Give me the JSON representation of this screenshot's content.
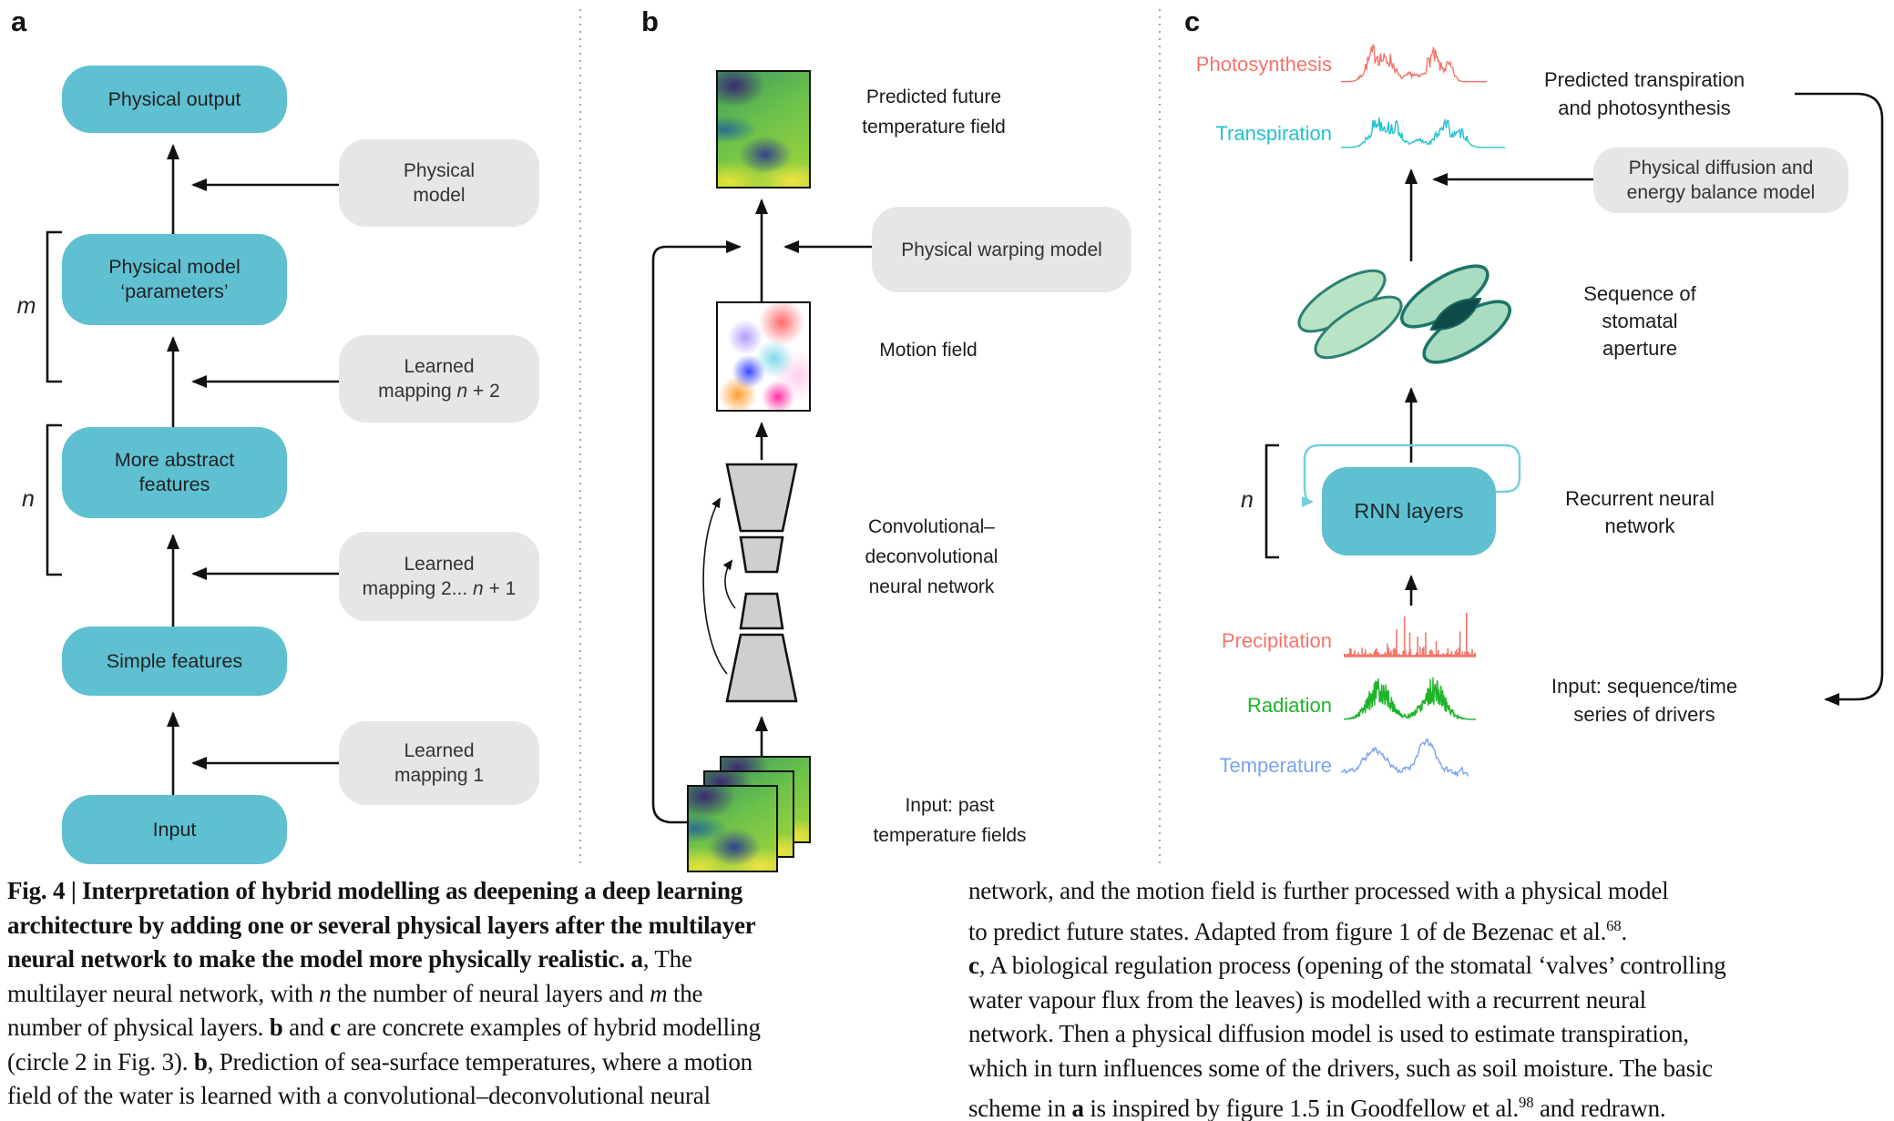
{
  "colors": {
    "node_fill": "#5fc0d2",
    "side_fill": "#e6e6e6",
    "rnn_loop": "#74cedf",
    "photosynthesis": "#f4756b",
    "transpiration": "#23c2ce",
    "precipitation": "#f4756b",
    "radiation": "#1fb42a",
    "temperature": "#7aa3f0"
  },
  "panel_a": {
    "label": "a",
    "m_label": "m",
    "n_label": "n",
    "nodes": [
      {
        "lines": [
          "Physical output"
        ]
      },
      {
        "lines": [
          "Physical model",
          "‘parameters’"
        ]
      },
      {
        "lines": [
          "More abstract",
          "features"
        ]
      },
      {
        "lines": [
          "Simple features"
        ]
      },
      {
        "lines": [
          "Input"
        ]
      }
    ],
    "side_boxes": [
      {
        "lines": [
          [
            {
              "t": "Physical"
            }
          ],
          [
            {
              "t": "model"
            }
          ]
        ]
      },
      {
        "lines": [
          [
            {
              "t": "Learned"
            }
          ],
          [
            {
              "t": "mapping "
            },
            {
              "t": "n",
              "i": true
            },
            {
              "t": " + 2"
            }
          ]
        ]
      },
      {
        "lines": [
          [
            {
              "t": "Learned"
            }
          ],
          [
            {
              "t": "mapping 2... "
            },
            {
              "t": "n",
              "i": true
            },
            {
              "t": " + 1"
            }
          ]
        ]
      },
      {
        "lines": [
          [
            {
              "t": "Learned"
            }
          ],
          [
            {
              "t": "mapping 1"
            }
          ]
        ]
      }
    ]
  },
  "panel_b": {
    "label": "b",
    "predicted_lines": [
      "Predicted future",
      "temperature field"
    ],
    "warping_box": "Physical warping model",
    "motion_label": "Motion field",
    "cnn_lines": [
      "Convolutional–",
      "deconvolutional",
      "neural network"
    ],
    "input_lines": [
      "Input: past",
      "temperature fields"
    ]
  },
  "panel_c": {
    "label": "c",
    "n_label": "n",
    "outputs": [
      {
        "name": "Photosynthesis",
        "kind": "noisy",
        "color_key": "photosynthesis"
      },
      {
        "name": "Transpiration",
        "kind": "noisy",
        "color_key": "transpiration"
      }
    ],
    "predicted_lines": [
      "Predicted transpiration",
      "and photosynthesis"
    ],
    "diffusion_lines": [
      "Physical diffusion and",
      "energy balance model"
    ],
    "stomata_lines": [
      "Sequence of",
      "stomatal",
      "aperture"
    ],
    "rnn_box": "RNN layers",
    "rnn_lines": [
      "Recurrent neural",
      "network"
    ],
    "drivers": [
      {
        "name": "Precipitation",
        "kind": "spikes",
        "color_key": "precipitation"
      },
      {
        "name": "Radiation",
        "kind": "dense",
        "color_key": "radiation"
      },
      {
        "name": "Temperature",
        "kind": "smooth",
        "color_key": "temperature"
      }
    ],
    "input_lines": [
      "Input: sequence/time",
      "series of drivers"
    ]
  },
  "caption": {
    "left_lines": [
      [
        {
          "t": "Fig. 4 | Interpretation of hybrid modelling as deepening a deep learning",
          "b": true
        }
      ],
      [
        {
          "t": "architecture by adding one or several physical layers after the multilayer",
          "b": true
        }
      ],
      [
        {
          "t": "neural network to make the model more physically realistic. ",
          "b": true
        },
        {
          "t": "a",
          "b": true
        },
        {
          "t": ", The"
        }
      ],
      [
        {
          "t": "multilayer neural network, with "
        },
        {
          "t": "n",
          "i": true
        },
        {
          "t": " the number of neural layers and "
        },
        {
          "t": "m",
          "i": true
        },
        {
          "t": " the"
        }
      ],
      [
        {
          "t": "number of physical layers. "
        },
        {
          "t": "b",
          "b": true
        },
        {
          "t": " and "
        },
        {
          "t": "c",
          "b": true
        },
        {
          "t": " are concrete examples of hybrid modelling"
        }
      ],
      [
        {
          "t": "(circle 2 in Fig. 3). "
        },
        {
          "t": "b",
          "b": true
        },
        {
          "t": ", Prediction of sea-surface temperatures, where a motion"
        }
      ],
      [
        {
          "t": "field of the water is learned with a convolutional–deconvolutional neural"
        }
      ]
    ],
    "right_lines": [
      [
        {
          "t": "network, and the motion field is further processed with a physical model"
        }
      ],
      [
        {
          "t": "to predict future states. Adapted from figure 1 of de Bezenac et al."
        },
        {
          "t": "68",
          "sup": true
        },
        {
          "t": "."
        }
      ],
      [
        {
          "t": "c",
          "b": true
        },
        {
          "t": ", A biological regulation process (opening of the stomatal ‘valves’ controlling"
        }
      ],
      [
        {
          "t": "water vapour flux from the leaves) is modelled with a recurrent neural"
        }
      ],
      [
        {
          "t": "network. Then a physical diffusion model is used to estimate transpiration,"
        }
      ],
      [
        {
          "t": "which in turn influences some of the drivers, such as soil moisture. The basic"
        }
      ],
      [
        {
          "t": "scheme in "
        },
        {
          "t": "a",
          "b": true
        },
        {
          "t": " is inspired by figure 1.5 in Goodfellow et al."
        },
        {
          "t": "98",
          "sup": true
        },
        {
          "t": " and redrawn."
        }
      ]
    ]
  }
}
